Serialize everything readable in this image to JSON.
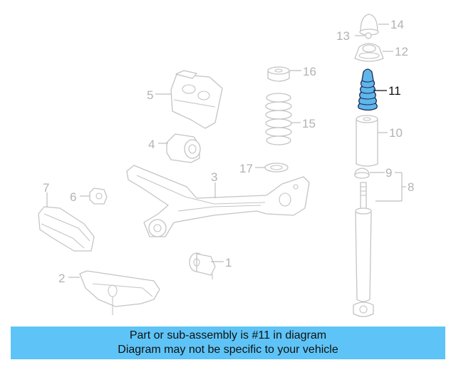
{
  "diagram": {
    "highlighted_part": "11",
    "labels": {
      "p1": "1",
      "p2": "2",
      "p3": "3",
      "p4": "4",
      "p5": "5",
      "p6": "6",
      "p7": "7",
      "p8": "8",
      "p9": "9",
      "p10": "10",
      "p11": "11",
      "p12": "12",
      "p13": "13",
      "p14": "14",
      "p15": "15",
      "p16": "16",
      "p17": "17"
    },
    "colors": {
      "highlight_fill": "#5fb6ea",
      "highlight_stroke": "#1e2a55",
      "line_gray": "#c4c4c4",
      "label_gray": "#b3b3b3"
    }
  },
  "caption": {
    "line1": "Part or sub-assembly is #11 in diagram",
    "line2": "Diagram may not be specific to your vehicle",
    "background": "#5ec4f7"
  }
}
